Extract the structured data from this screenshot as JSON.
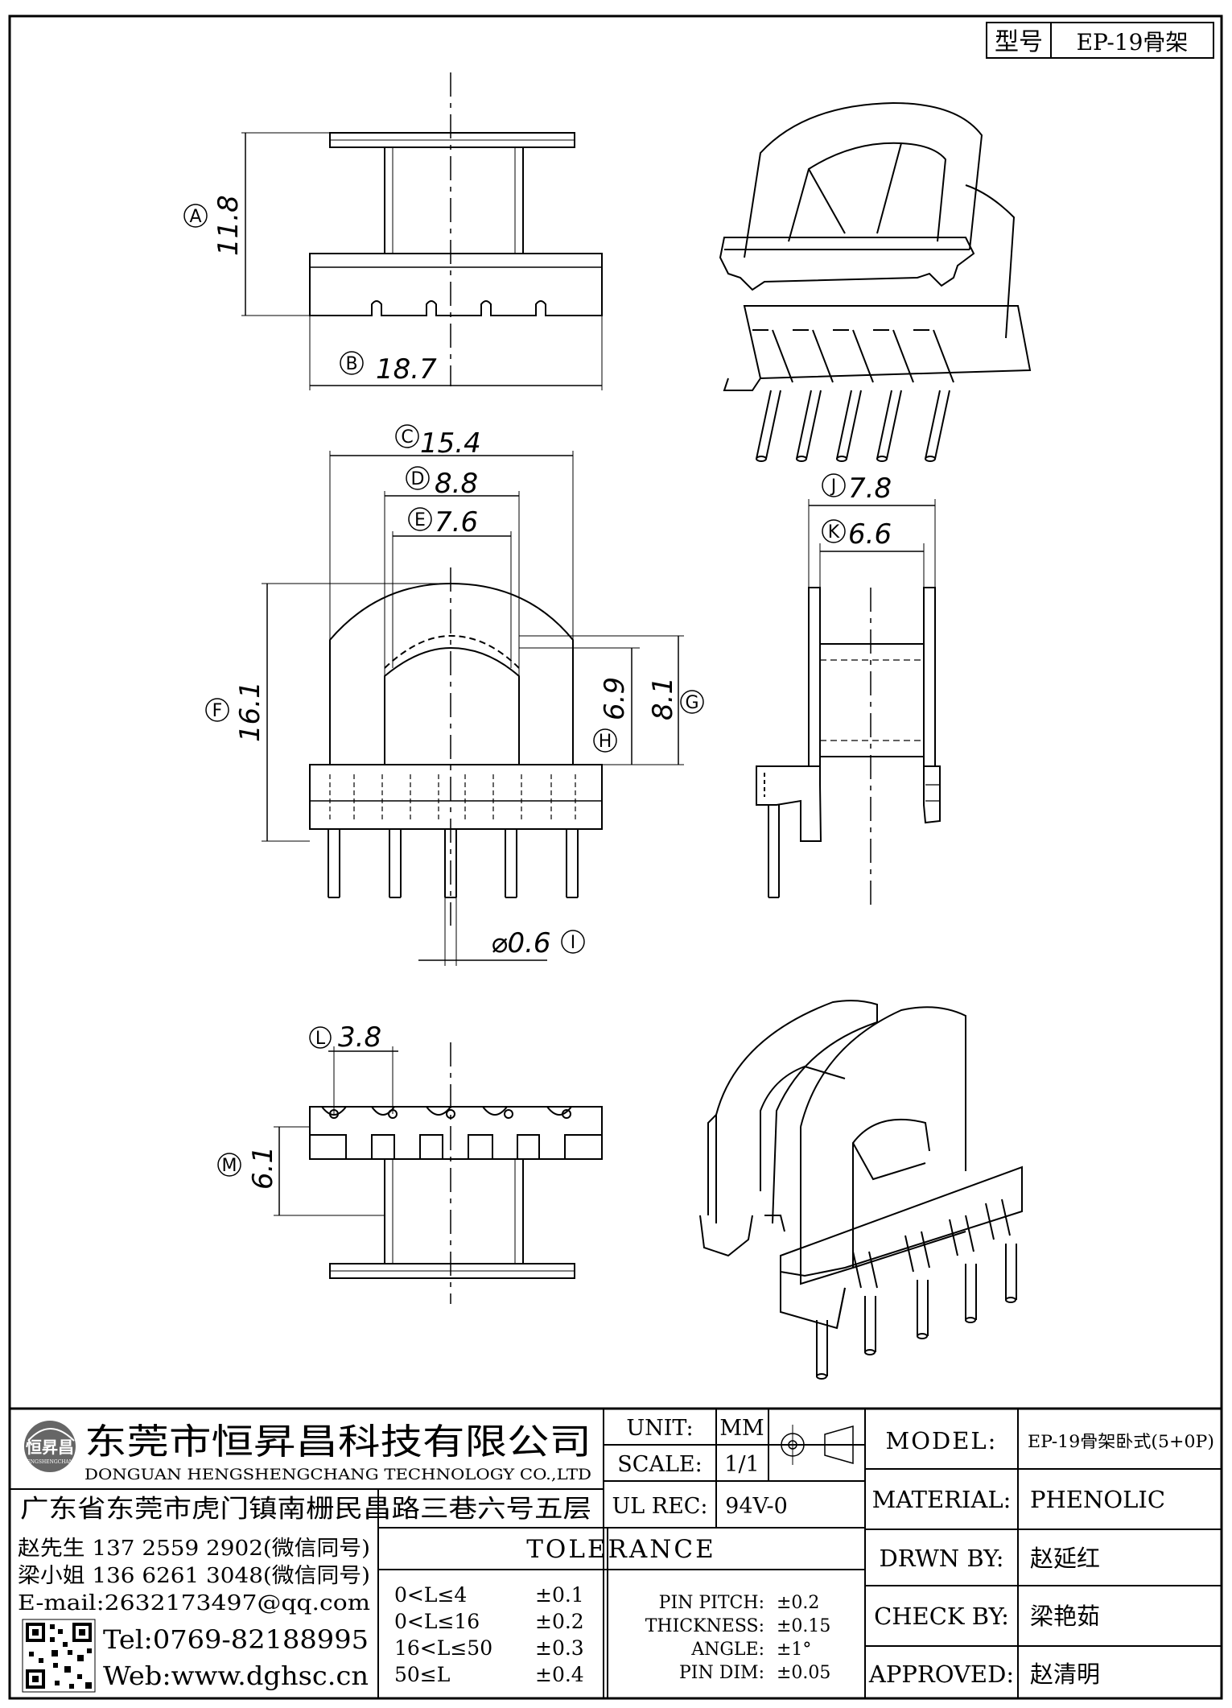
{
  "title_box": {
    "label": "型号",
    "value": "EP-19骨架"
  },
  "dimensions": {
    "A": {
      "letter": "A",
      "value": "11.8"
    },
    "B": {
      "letter": "B",
      "value": "18.7"
    },
    "C": {
      "letter": "C",
      "value": "15.4"
    },
    "D": {
      "letter": "D",
      "value": "8.8"
    },
    "E": {
      "letter": "E",
      "value": "7.6"
    },
    "F": {
      "letter": "F",
      "value": "16.1"
    },
    "G": {
      "letter": "G",
      "value": "8.1"
    },
    "H": {
      "letter": "H",
      "value": "6.9"
    },
    "I": {
      "letter": "I",
      "value": "⌀0.6"
    },
    "J": {
      "letter": "J",
      "value": "7.8"
    },
    "K": {
      "letter": "K",
      "value": "6.6"
    },
    "L": {
      "letter": "L",
      "value": "3.8"
    },
    "M": {
      "letter": "M",
      "value": "6.1"
    }
  },
  "company": {
    "name_cn": "东莞市恒昇昌科技有限公司",
    "name_en": "DONGUAN HENGSHENGCHANG TECHNOLOGY CO.,LTD",
    "logo_text": "恒昇昌",
    "logo_sub": "HENGSHENGCHANG",
    "address": "广东省东莞市虎门镇南栅民昌路三巷六号五层",
    "contacts": [
      "赵先生 137 2559 2902(微信同号)",
      "梁小姐 136 6261 3048(微信同号)",
      "E-mail:2632173497@qq.com"
    ],
    "tel": "Tel:0769-82188995",
    "web": "Web:www.dghsc.cn"
  },
  "spec": {
    "unit_label": "UNIT:",
    "unit_value": "MM",
    "scale_label": "SCALE:",
    "scale_value": "1/1",
    "ul_label": "UL REC:",
    "ul_value": "94V-0"
  },
  "tolerance": {
    "title": "TOLERANCE",
    "rows": [
      {
        "range": "0<L≤4",
        "tol": "±0.1"
      },
      {
        "range": "0<L≤16",
        "tol": "±0.2"
      },
      {
        "range": "16<L≤50",
        "tol": "±0.3"
      },
      {
        "range": "50≤L",
        "tol": "±0.4"
      }
    ],
    "extra": [
      {
        "label": "PIN PITCH:",
        "tol": "±0.2"
      },
      {
        "label": "THICKNESS:",
        "tol": "±0.15"
      },
      {
        "label": "ANGLE:",
        "tol": "±1°"
      },
      {
        "label": "PIN DIM:",
        "tol": "±0.05"
      }
    ]
  },
  "info": {
    "model_label": "MODEL:",
    "model_value": "EP-19骨架卧式(5+0P)",
    "material_label": "MATERIAL:",
    "material_value": "PHENOLIC",
    "drawn_label": "DRWN BY:",
    "drawn_value": "赵延红",
    "check_label": "CHECK BY:",
    "check_value": "梁艳茹",
    "approved_label": "APPROVED:",
    "approved_value": "赵清明"
  }
}
